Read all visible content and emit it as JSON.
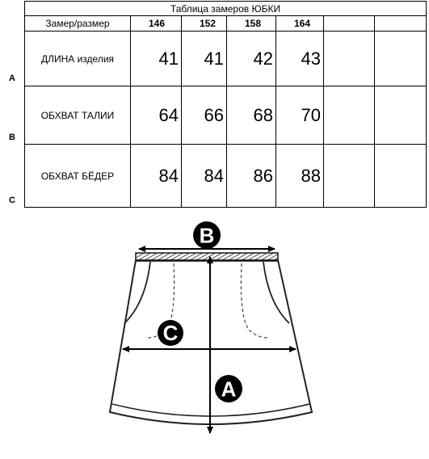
{
  "table": {
    "title": "Таблица замеров ЮБКИ",
    "header_label": "Замер/размер",
    "sizes": [
      "146",
      "152",
      "158",
      "164"
    ],
    "rows": [
      {
        "letter": "A",
        "label": "ДЛИНА изделия",
        "values": [
          "41",
          "41",
          "42",
          "43"
        ]
      },
      {
        "letter": "B",
        "label": "ОБХВАТ ТАЛИИ",
        "values": [
          "64",
          "66",
          "68",
          "70"
        ]
      },
      {
        "letter": "C",
        "label": "ОБХВАТ БЁДЕР",
        "values": [
          "84",
          "84",
          "86",
          "88"
        ]
      }
    ]
  },
  "diagram": {
    "labels": {
      "waist": "B",
      "hips": "C",
      "length": "A"
    }
  }
}
